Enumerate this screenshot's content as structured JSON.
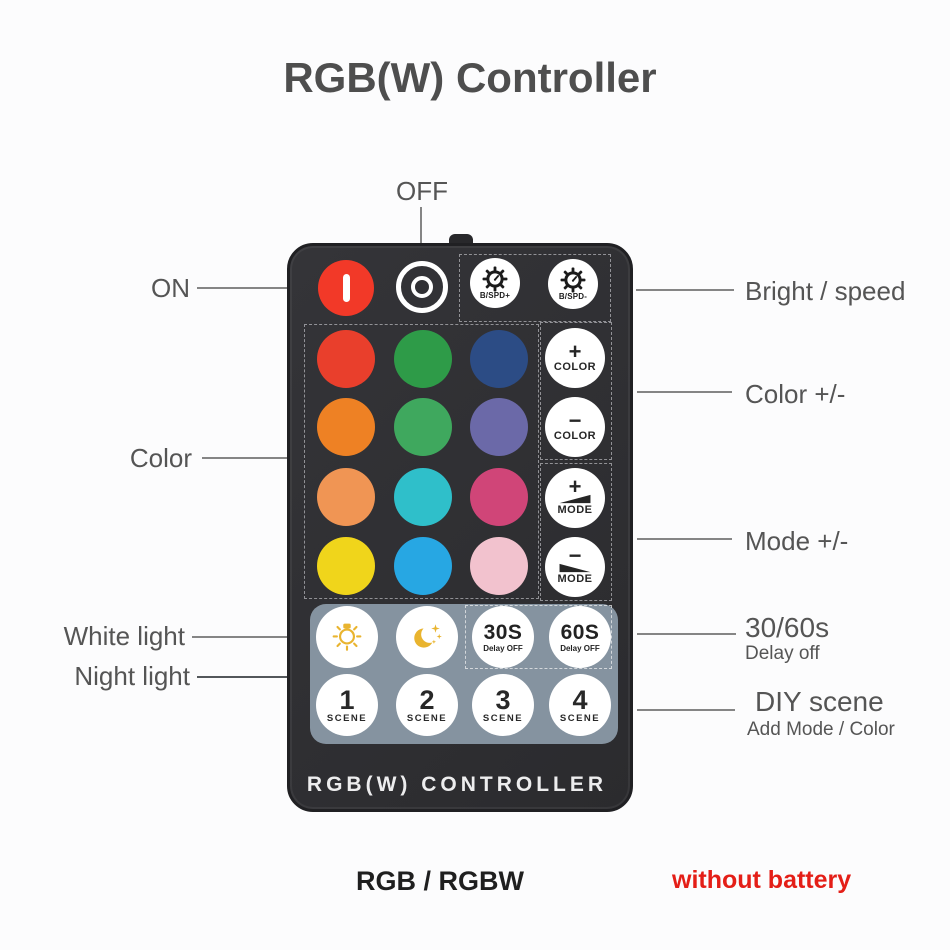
{
  "title": "RGB(W) Controller",
  "callouts": {
    "off": "OFF",
    "on": "ON",
    "color": "Color",
    "white_light": "White light",
    "night_light": "Night light",
    "bright_speed": "Bright / speed",
    "color_pm": "Color +/-",
    "mode_pm": "Mode +/-",
    "delay_title": "30/60s",
    "delay_sub": "Delay off",
    "diy_title": "DIY scene",
    "diy_sub": "Add Mode / Color"
  },
  "remote": {
    "bspd_plus": "B/SPD+",
    "bspd_minus": "B/SPD-",
    "color_plus_sign": "+",
    "color_minus_sign": "−",
    "color_label": "COLOR",
    "mode_plus_sign": "+",
    "mode_minus_sign": "−",
    "mode_label": "MODE",
    "delay30_value": "30S",
    "delay60_value": "60S",
    "delay_off_label": "Delay OFF",
    "scene_label": "SCENE",
    "scenes": [
      "1",
      "2",
      "3",
      "4"
    ],
    "brand": "RGB(W) CONTROLLER",
    "color_buttons": [
      "#e93f2c",
      "#2e9b48",
      "#2c4c85",
      "#ee8124",
      "#3fa85e",
      "#6b69a8",
      "#f09554",
      "#2fbfca",
      "#d04578",
      "#f0d51b",
      "#27a7e3",
      "#f2c2ce"
    ]
  },
  "footer": {
    "product": "RGB /  RGBW",
    "note": "without battery"
  },
  "colors": {
    "remote_body": "#2f2f32",
    "panel": "#8593a0",
    "power_red": "#f23928",
    "icon_gold": "#e9b42f",
    "label_gray": "#555555",
    "note_red": "#e41e17"
  }
}
